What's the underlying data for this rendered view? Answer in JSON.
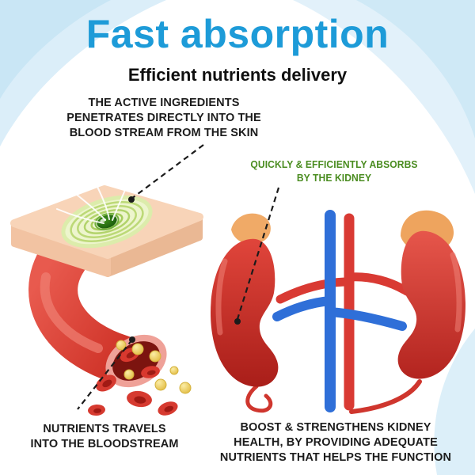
{
  "header": {
    "title": "Fast absorption",
    "subtitle": "Efficient nutrients delivery"
  },
  "annotations": {
    "skin_absorption": {
      "lines": [
        "THE ACTIVE INGREDIENTS",
        "PENETRATES DIRECTLY INTO THE",
        "BLOOD STREAM FROM THE SKIN"
      ]
    },
    "kidney_absorption": {
      "lines": [
        "QUICKLY & EFFICIENTLY ABSORBS",
        "BY THE KIDNEY"
      ]
    },
    "bloodstream": {
      "lines": [
        "NUTRIENTS TRAVELS",
        "INTO THE BLOODSTREAM"
      ]
    },
    "kidney_health": {
      "lines": [
        "BOOST & STRENGTHENS KIDNEY",
        "HEALTH, BY PROVIDING ADEQUATE",
        "NUTRIENTS THAT HELPS THE FUNCTION"
      ]
    }
  },
  "illustrations": {
    "skin_patch": "skin layer with green serum patch absorbing into a blood vessel with red blood cells and yellow nutrient particles",
    "kidneys": "pair of kidneys with adrenal glands and central renal artery (red) and vein (blue)"
  },
  "colors": {
    "title_blue": "#1d9bd8",
    "annotation_green": "#4a8c20",
    "text_dark": "#1c1c1c",
    "kidney_red": "#cf2e2a",
    "vessel_red": "#d93a33",
    "vessel_blue": "#2f6fd8",
    "skin_tone": "#f8d4b8",
    "serum_green": "#2f7a12",
    "nutrient_yellow": "#e8c44c",
    "adrenal_tan": "#f0aa67",
    "background_blue": "#cfe9f6"
  }
}
